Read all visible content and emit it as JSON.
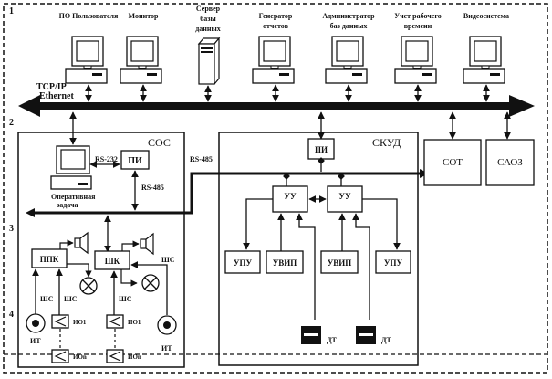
{
  "row_numbers": [
    "1",
    "2",
    "3",
    "4"
  ],
  "network": {
    "name_line1": "TCP/IP",
    "name_line2": "Ethernet"
  },
  "workstations": [
    {
      "label_lines": [
        "ПО Пользователя"
      ],
      "type": "pc"
    },
    {
      "label_lines": [
        "Монитор"
      ],
      "type": "pc"
    },
    {
      "label_lines": [
        "Сервер",
        "базы",
        "данных"
      ],
      "type": "server"
    },
    {
      "label_lines": [
        "Генератор",
        "отчетов"
      ],
      "type": "pc"
    },
    {
      "label_lines": [
        "Администратор",
        "баз данных"
      ],
      "type": "pc"
    },
    {
      "label_lines": [
        "Учет рабочего",
        "времени"
      ],
      "type": "pc"
    },
    {
      "label_lines": [
        "Видеосистема"
      ],
      "type": "pc"
    }
  ],
  "soc": {
    "title": "СОС",
    "pi_label": "ПИ",
    "rs232": "RS-232",
    "rs485_inner": "RS-485",
    "rs485_outer": "RS-485",
    "workstation_label_lines": [
      "Оперативная",
      "задача"
    ],
    "ppk_label": "ППК",
    "shk_label": "ШК",
    "loop_label": "ШС",
    "fire_sensor": "ИТ",
    "detector_1": "ИО1",
    "detector_n": "ИОn"
  },
  "skud": {
    "title": "СКУД",
    "pi_label": "ПИ",
    "controllers": [
      "УУ",
      "УУ"
    ],
    "devices": [
      "УПУ",
      "УВИП",
      "УВИП",
      "УПУ"
    ],
    "sensor_label": "ДТ"
  },
  "external": {
    "sot": "СОТ",
    "saoz": "САОЗ"
  }
}
